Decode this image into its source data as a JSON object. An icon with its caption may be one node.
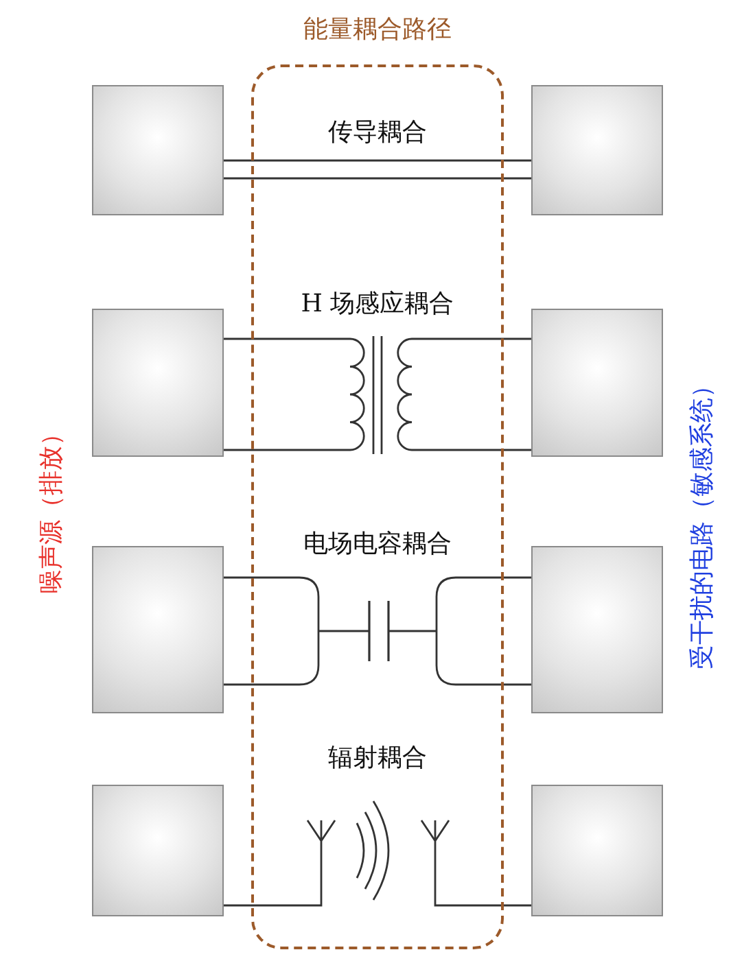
{
  "diagram": {
    "nodes": [
      {
        "text": [
          "能量耦合路径"
        ]
      },
      {
        "text": [],
        "shape": "box"
      },
      {
        "text": [],
        "shape": "box"
      },
      {
        "text": [],
        "shape": "box"
      },
      {
        "text": [],
        "shape": "transformer",
        "in": 0
      },
      {
        "text": [],
        "shape": "box"
      },
      {
        "text": [],
        "shape": "box"
      },
      {
        "text": [],
        "shape": "capacitor",
        "in": 0
      },
      {
        "text": [],
        "shape": "box"
      },
      {
        "text": [],
        "shape": "box"
      },
      {
        "text": [],
        "shape": "antenna",
        "in": 0
      },
      {
        "text": [],
        "shape": "antenna",
        "in": 0
      },
      {
        "text": [],
        "shape": "box"
      }
    ],
    "edges": [
      {
        "from": 1,
        "to": 2,
        "arrow": "none"
      },
      {
        "from": 1,
        "to": 2,
        "arrow": "none"
      },
      {
        "from": 3,
        "to": 4,
        "arrow": "none"
      },
      {
        "from": 3,
        "to": 4,
        "arrow": "none"
      },
      {
        "from": 4,
        "to": 5,
        "arrow": "none"
      },
      {
        "from": 4,
        "to": 5,
        "arrow": "none"
      },
      {
        "from": 6,
        "to": 7,
        "arrow": "none"
      },
      {
        "from": 7,
        "to": 8,
        "arrow": "none"
      },
      {
        "from": 9,
        "to": 10,
        "arrow": "none"
      },
      {
        "from": 11,
        "to": 12,
        "arrow": "none"
      }
    ],
    "labels": [
      "传导耦合",
      "H 场感应耦合",
      "电场电容耦合",
      "辐射耦合",
      "噪声源（排放）",
      "受干扰的电路（敏感系统）"
    ]
  }
}
